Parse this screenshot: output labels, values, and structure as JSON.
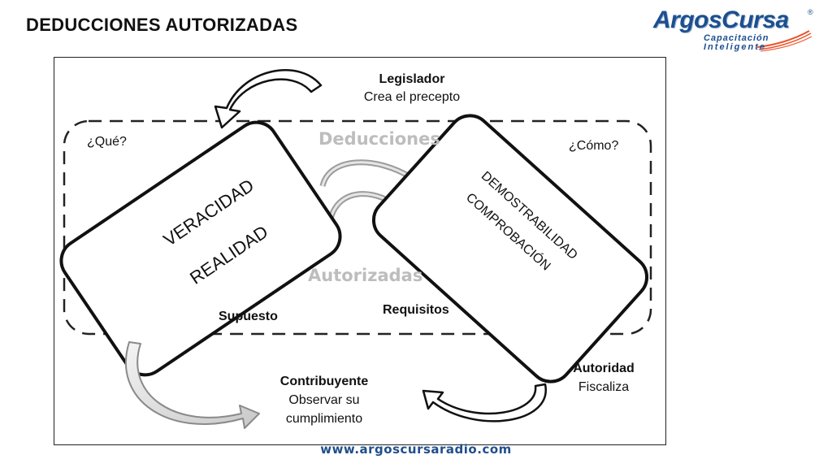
{
  "title": "DEDUCCIONES AUTORIZADAS",
  "logo": {
    "name": "ArgosCursa",
    "registered": "®",
    "tagline_1": "Capacitación",
    "tagline_2": "Inteligente",
    "colors": {
      "primary": "#1d4f8f",
      "accent": "#e9542b"
    }
  },
  "diagram": {
    "legislador": {
      "title": "Legislador",
      "subtitle": "Crea el precepto"
    },
    "que": "¿Qué?",
    "como": "¿Cómo?",
    "ghost_top": "Deducciones",
    "ghost_bottom": "Autorizadas",
    "left_box": {
      "line1": "VERACIDAD",
      "line2": "REALIDAD"
    },
    "right_box": {
      "line1": "DEMOSTRABILIDAD",
      "line2": "COMPROBACIÓN"
    },
    "supuesto": "Supuesto",
    "requisitos": "Requisitos",
    "contribuyente": {
      "title": "Contribuyente",
      "line1": "Observar su",
      "line2": "cumplimiento"
    },
    "autoridad": {
      "title": "Autoridad",
      "subtitle": "Fiscaliza"
    }
  },
  "footer": {
    "url": "www.argoscursaradio.com"
  }
}
